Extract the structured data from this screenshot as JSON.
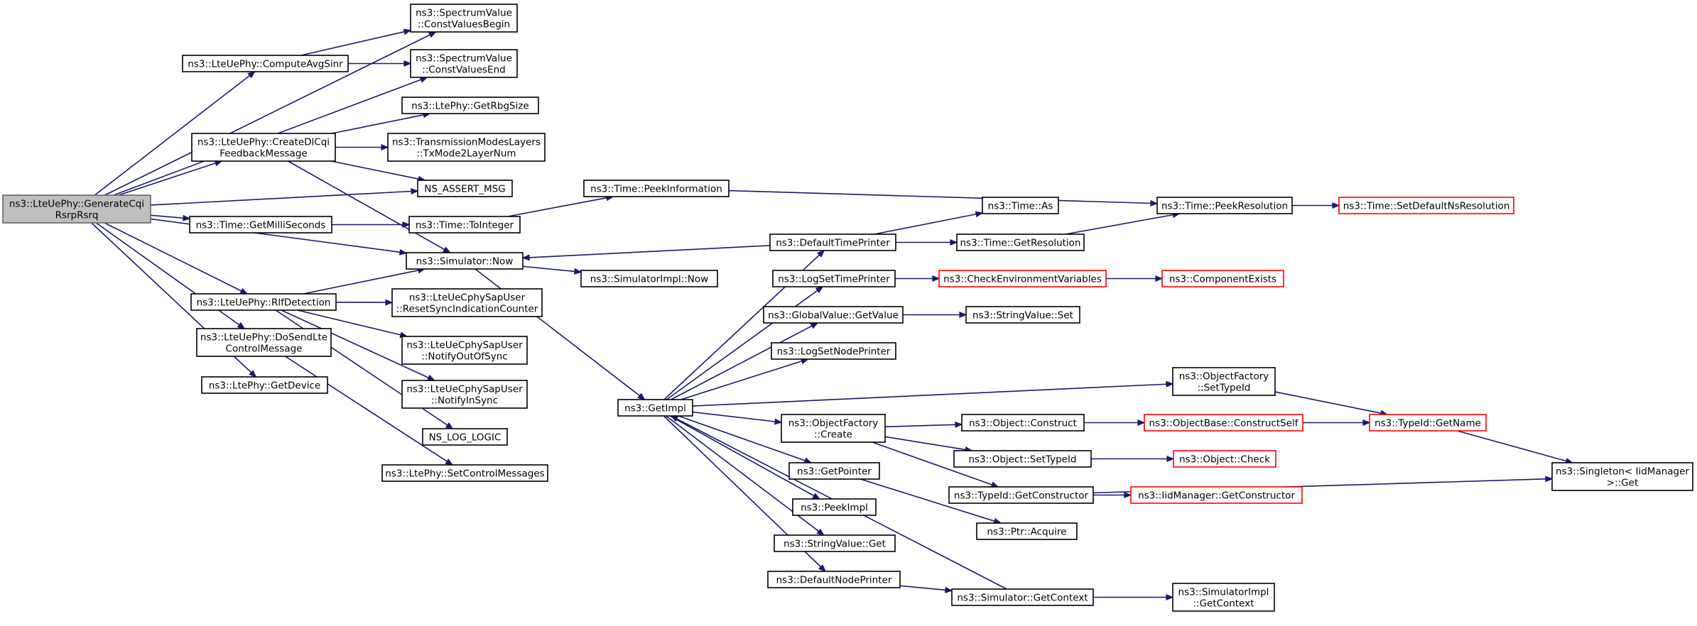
{
  "diagram": {
    "type": "call-graph",
    "colors": {
      "edge": "#191970",
      "root_fill": "#bfbfbf",
      "normal_border": "#000000",
      "truncated_border": "#ff0000"
    },
    "nodes": [
      {
        "id": "root",
        "lines": [
          "ns3::LteUePhy::GenerateCqi",
          "RsrpRsrq"
        ],
        "style": "root"
      },
      {
        "id": "svBegin",
        "lines": [
          "ns3::SpectrumValue",
          "::ConstValuesBegin"
        ],
        "style": "normal"
      },
      {
        "id": "svEnd",
        "lines": [
          "ns3::SpectrumValue",
          "::ConstValuesEnd"
        ],
        "style": "normal"
      },
      {
        "id": "avgSinr",
        "lines": [
          "ns3::LteUePhy::ComputeAvgSinr"
        ],
        "style": "normal"
      },
      {
        "id": "rbg",
        "lines": [
          "ns3::LtePhy::GetRbgSize"
        ],
        "style": "normal"
      },
      {
        "id": "dlcqi",
        "lines": [
          "ns3::LteUePhy::CreateDlCqi",
          "FeedbackMessage"
        ],
        "style": "normal"
      },
      {
        "id": "txmode",
        "lines": [
          "ns3::TransmissionModesLayers",
          "::TxMode2LayerNum"
        ],
        "style": "normal"
      },
      {
        "id": "assert",
        "lines": [
          "NS_ASSERT_MSG"
        ],
        "style": "normal"
      },
      {
        "id": "milli",
        "lines": [
          "ns3::Time::GetMilliSeconds"
        ],
        "style": "normal"
      },
      {
        "id": "toint",
        "lines": [
          "ns3::Time::ToInteger"
        ],
        "style": "normal"
      },
      {
        "id": "peekinfo",
        "lines": [
          "ns3::Time::PeekInformation"
        ],
        "style": "normal"
      },
      {
        "id": "now",
        "lines": [
          "ns3::Simulator::Now"
        ],
        "style": "normal"
      },
      {
        "id": "implnow",
        "lines": [
          "ns3::SimulatorImpl::Now"
        ],
        "style": "normal"
      },
      {
        "id": "rlf",
        "lines": [
          "ns3::LteUePhy::RlfDetection"
        ],
        "style": "normal"
      },
      {
        "id": "resetsync",
        "lines": [
          "ns3::LteUeCphySapUser",
          "::ResetSyncIndicationCounter"
        ],
        "style": "normal"
      },
      {
        "id": "outofsync",
        "lines": [
          "ns3::LteUeCphySapUser",
          "::NotifyOutOfSync"
        ],
        "style": "normal"
      },
      {
        "id": "insync",
        "lines": [
          "ns3::LteUeCphySapUser",
          "::NotifyInSync"
        ],
        "style": "normal"
      },
      {
        "id": "logic",
        "lines": [
          "NS_LOG_LOGIC"
        ],
        "style": "normal"
      },
      {
        "id": "dosend",
        "lines": [
          "ns3::LteUePhy::DoSendLte",
          "ControlMessage"
        ],
        "style": "normal"
      },
      {
        "id": "setctrl",
        "lines": [
          "ns3::LtePhy::SetControlMessages"
        ],
        "style": "normal"
      },
      {
        "id": "getdevice",
        "lines": [
          "ns3::LtePhy::GetDevice"
        ],
        "style": "normal"
      },
      {
        "id": "getimpl",
        "lines": [
          "ns3::GetImpl"
        ],
        "style": "normal"
      },
      {
        "id": "dtp",
        "lines": [
          "ns3::DefaultTimePrinter"
        ],
        "style": "normal"
      },
      {
        "id": "timeas",
        "lines": [
          "ns3::Time::As"
        ],
        "style": "normal"
      },
      {
        "id": "getres",
        "lines": [
          "ns3::Time::GetResolution"
        ],
        "style": "normal"
      },
      {
        "id": "peekres",
        "lines": [
          "ns3::Time::PeekResolution"
        ],
        "style": "normal"
      },
      {
        "id": "setdefns",
        "lines": [
          "ns3::Time::SetDefaultNsResolution"
        ],
        "style": "truncated"
      },
      {
        "id": "logtime",
        "lines": [
          "ns3::LogSetTimePrinter"
        ],
        "style": "normal"
      },
      {
        "id": "checkenv",
        "lines": [
          "ns3::CheckEnvironmentVariables"
        ],
        "style": "truncated"
      },
      {
        "id": "compexists",
        "lines": [
          "ns3::ComponentExists"
        ],
        "style": "truncated"
      },
      {
        "id": "gvget",
        "lines": [
          "ns3::GlobalValue::GetValue"
        ],
        "style": "normal"
      },
      {
        "id": "svset",
        "lines": [
          "ns3::StringValue::Set"
        ],
        "style": "normal"
      },
      {
        "id": "lognode",
        "lines": [
          "ns3::LogSetNodePrinter"
        ],
        "style": "normal"
      },
      {
        "id": "ofsettype",
        "lines": [
          "ns3::ObjectFactory",
          "::SetTypeId"
        ],
        "style": "normal"
      },
      {
        "id": "ofcreate",
        "lines": [
          "ns3::ObjectFactory",
          "::Create"
        ],
        "style": "normal"
      },
      {
        "id": "objconstruct",
        "lines": [
          "ns3::Object::Construct"
        ],
        "style": "normal"
      },
      {
        "id": "obconstructself",
        "lines": [
          "ns3::ObjectBase::ConstructSelf"
        ],
        "style": "truncated"
      },
      {
        "id": "tidgetname",
        "lines": [
          "ns3::TypeId::GetName"
        ],
        "style": "truncated"
      },
      {
        "id": "objsettype",
        "lines": [
          "ns3::Object::SetTypeId"
        ],
        "style": "normal"
      },
      {
        "id": "objcheck",
        "lines": [
          "ns3::Object::Check"
        ],
        "style": "truncated"
      },
      {
        "id": "singleton",
        "lines": [
          "ns3::Singleton< IidManager",
          ">::Get"
        ],
        "style": "normal"
      },
      {
        "id": "getpointer",
        "lines": [
          "ns3::GetPointer"
        ],
        "style": "normal"
      },
      {
        "id": "tidgetctor",
        "lines": [
          "ns3::TypeId::GetConstructor"
        ],
        "style": "normal"
      },
      {
        "id": "iidgetctor",
        "lines": [
          "ns3::IidManager::GetConstructor"
        ],
        "style": "truncated"
      },
      {
        "id": "ptracquire",
        "lines": [
          "ns3::Ptr::Acquire"
        ],
        "style": "normal"
      },
      {
        "id": "peekimpl",
        "lines": [
          "ns3::PeekImpl"
        ],
        "style": "normal"
      },
      {
        "id": "svget",
        "lines": [
          "ns3::StringValue::Get"
        ],
        "style": "normal"
      },
      {
        "id": "dnp",
        "lines": [
          "ns3::DefaultNodePrinter"
        ],
        "style": "normal"
      },
      {
        "id": "simgetctx",
        "lines": [
          "ns3::Simulator::GetContext"
        ],
        "style": "normal"
      },
      {
        "id": "implgetctx",
        "lines": [
          "ns3::SimulatorImpl",
          "::GetContext"
        ],
        "style": "normal"
      }
    ],
    "edges": [
      [
        "root",
        "svBegin"
      ],
      [
        "root",
        "svEnd"
      ],
      [
        "root",
        "avgSinr"
      ],
      [
        "root",
        "dlcqi"
      ],
      [
        "root",
        "assert"
      ],
      [
        "root",
        "milli"
      ],
      [
        "root",
        "now"
      ],
      [
        "root",
        "rlf"
      ],
      [
        "root",
        "dosend"
      ],
      [
        "root",
        "getdevice"
      ],
      [
        "avgSinr",
        "svBegin"
      ],
      [
        "avgSinr",
        "svEnd"
      ],
      [
        "dlcqi",
        "rbg"
      ],
      [
        "dlcqi",
        "txmode"
      ],
      [
        "dlcqi",
        "assert"
      ],
      [
        "dlcqi",
        "now"
      ],
      [
        "milli",
        "toint"
      ],
      [
        "toint",
        "peekinfo"
      ],
      [
        "peekinfo",
        "peekres"
      ],
      [
        "now",
        "implnow"
      ],
      [
        "now",
        "getimpl"
      ],
      [
        "rlf",
        "now"
      ],
      [
        "rlf",
        "resetsync"
      ],
      [
        "rlf",
        "outofsync"
      ],
      [
        "rlf",
        "insync"
      ],
      [
        "rlf",
        "logic"
      ],
      [
        "dosend",
        "setctrl"
      ],
      [
        "getimpl",
        "dtp"
      ],
      [
        "getimpl",
        "logtime"
      ],
      [
        "getimpl",
        "gvget"
      ],
      [
        "getimpl",
        "lognode"
      ],
      [
        "getimpl",
        "ofsettype"
      ],
      [
        "getimpl",
        "ofcreate"
      ],
      [
        "getimpl",
        "getpointer"
      ],
      [
        "getimpl",
        "peekimpl"
      ],
      [
        "getimpl",
        "svget"
      ],
      [
        "getimpl",
        "dnp"
      ],
      [
        "dtp",
        "now"
      ],
      [
        "dtp",
        "timeas"
      ],
      [
        "dtp",
        "getres"
      ],
      [
        "getres",
        "peekres"
      ],
      [
        "peekres",
        "setdefns"
      ],
      [
        "logtime",
        "checkenv"
      ],
      [
        "checkenv",
        "compexists"
      ],
      [
        "gvget",
        "svset"
      ],
      [
        "ofsettype",
        "tidgetname"
      ],
      [
        "ofcreate",
        "objconstruct"
      ],
      [
        "ofcreate",
        "objsettype"
      ],
      [
        "ofcreate",
        "tidgetctor"
      ],
      [
        "objconstruct",
        "obconstructself"
      ],
      [
        "obconstructself",
        "tidgetname"
      ],
      [
        "objsettype",
        "objcheck"
      ],
      [
        "tidgetname",
        "singleton"
      ],
      [
        "tidgetctor",
        "iidgetctor"
      ],
      [
        "tidgetctor",
        "singleton"
      ],
      [
        "getpointer",
        "ptracquire"
      ],
      [
        "dnp",
        "simgetctx"
      ],
      [
        "simgetctx",
        "implgetctx"
      ],
      [
        "simgetctx",
        "getimpl"
      ]
    ]
  }
}
